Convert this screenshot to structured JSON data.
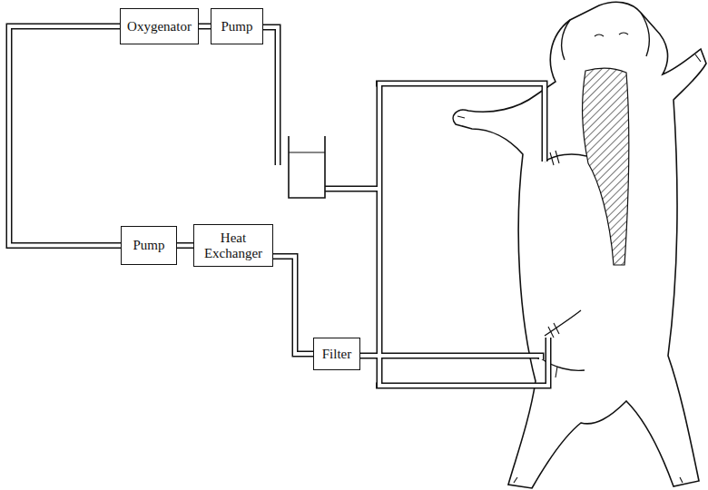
{
  "diagram": {
    "nodes": [
      {
        "text": [
          "Oxygenator"
        ]
      },
      {
        "text": [
          "Pump"
        ]
      },
      {
        "text": [
          "Pump"
        ]
      },
      {
        "text": [
          "Heat Exchanger"
        ]
      },
      {
        "text": [
          "Filter"
        ]
      }
    ],
    "edges": [
      {
        "from": 0,
        "to": 1,
        "arrow": "none"
      },
      {
        "from": 2,
        "to": 0,
        "arrow": "none"
      },
      {
        "from": 2,
        "to": 3,
        "arrow": "none"
      },
      {
        "from": 3,
        "to": 4,
        "arrow": "none"
      }
    ]
  }
}
